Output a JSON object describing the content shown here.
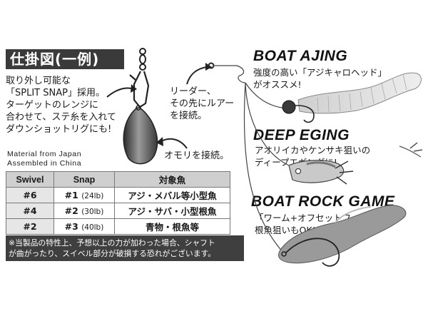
{
  "title": "仕掛図(一例)",
  "left_text": [
    "取り外し可能な",
    "「SPLIT SNAP」採用。",
    "ターゲットのレンジに",
    "合わせて、ステ糸を入れて",
    "ダウンショットリグにも!"
  ],
  "leader_text": [
    "リーダー、",
    "その先にルアー",
    "を接続。"
  ],
  "sinker_text": "オモリを接続。",
  "material": [
    "Material  from Japan",
    "Assembled  in  China"
  ],
  "table": {
    "headers": [
      "Swivel",
      "Snap",
      "対象魚"
    ],
    "rows": [
      {
        "swivel": "#6",
        "snap": "#1",
        "lb": "(24lb)",
        "fish": "アジ・メバル等小型魚"
      },
      {
        "swivel": "#4",
        "snap": "#2",
        "lb": "(30lb)",
        "fish": "アジ・サバ・小型根魚"
      },
      {
        "swivel": "#2",
        "snap": "#3",
        "lb": "(40lb)",
        "fish": "青物・根魚等"
      }
    ]
  },
  "note": [
    "※当製品の特性上、予想以上の力が加わった場合、シャフト",
    "が曲がったり、スイベル部分が破損する恐れがございます。"
  ],
  "sections": [
    {
      "heading": "BOAT AJING",
      "text": [
        "強度の高い「アジキャロヘッド」",
        "がオススメ!"
      ]
    },
    {
      "heading": "DEEP EGING",
      "text": [
        "アオリイカやケンサキ狙いの",
        "ディープエギングに!"
      ]
    },
    {
      "heading": "BOAT ROCK GAME",
      "text": [
        "「ワーム+オフセットフック」で",
        "根魚狙いもOK!!"
      ]
    }
  ]
}
